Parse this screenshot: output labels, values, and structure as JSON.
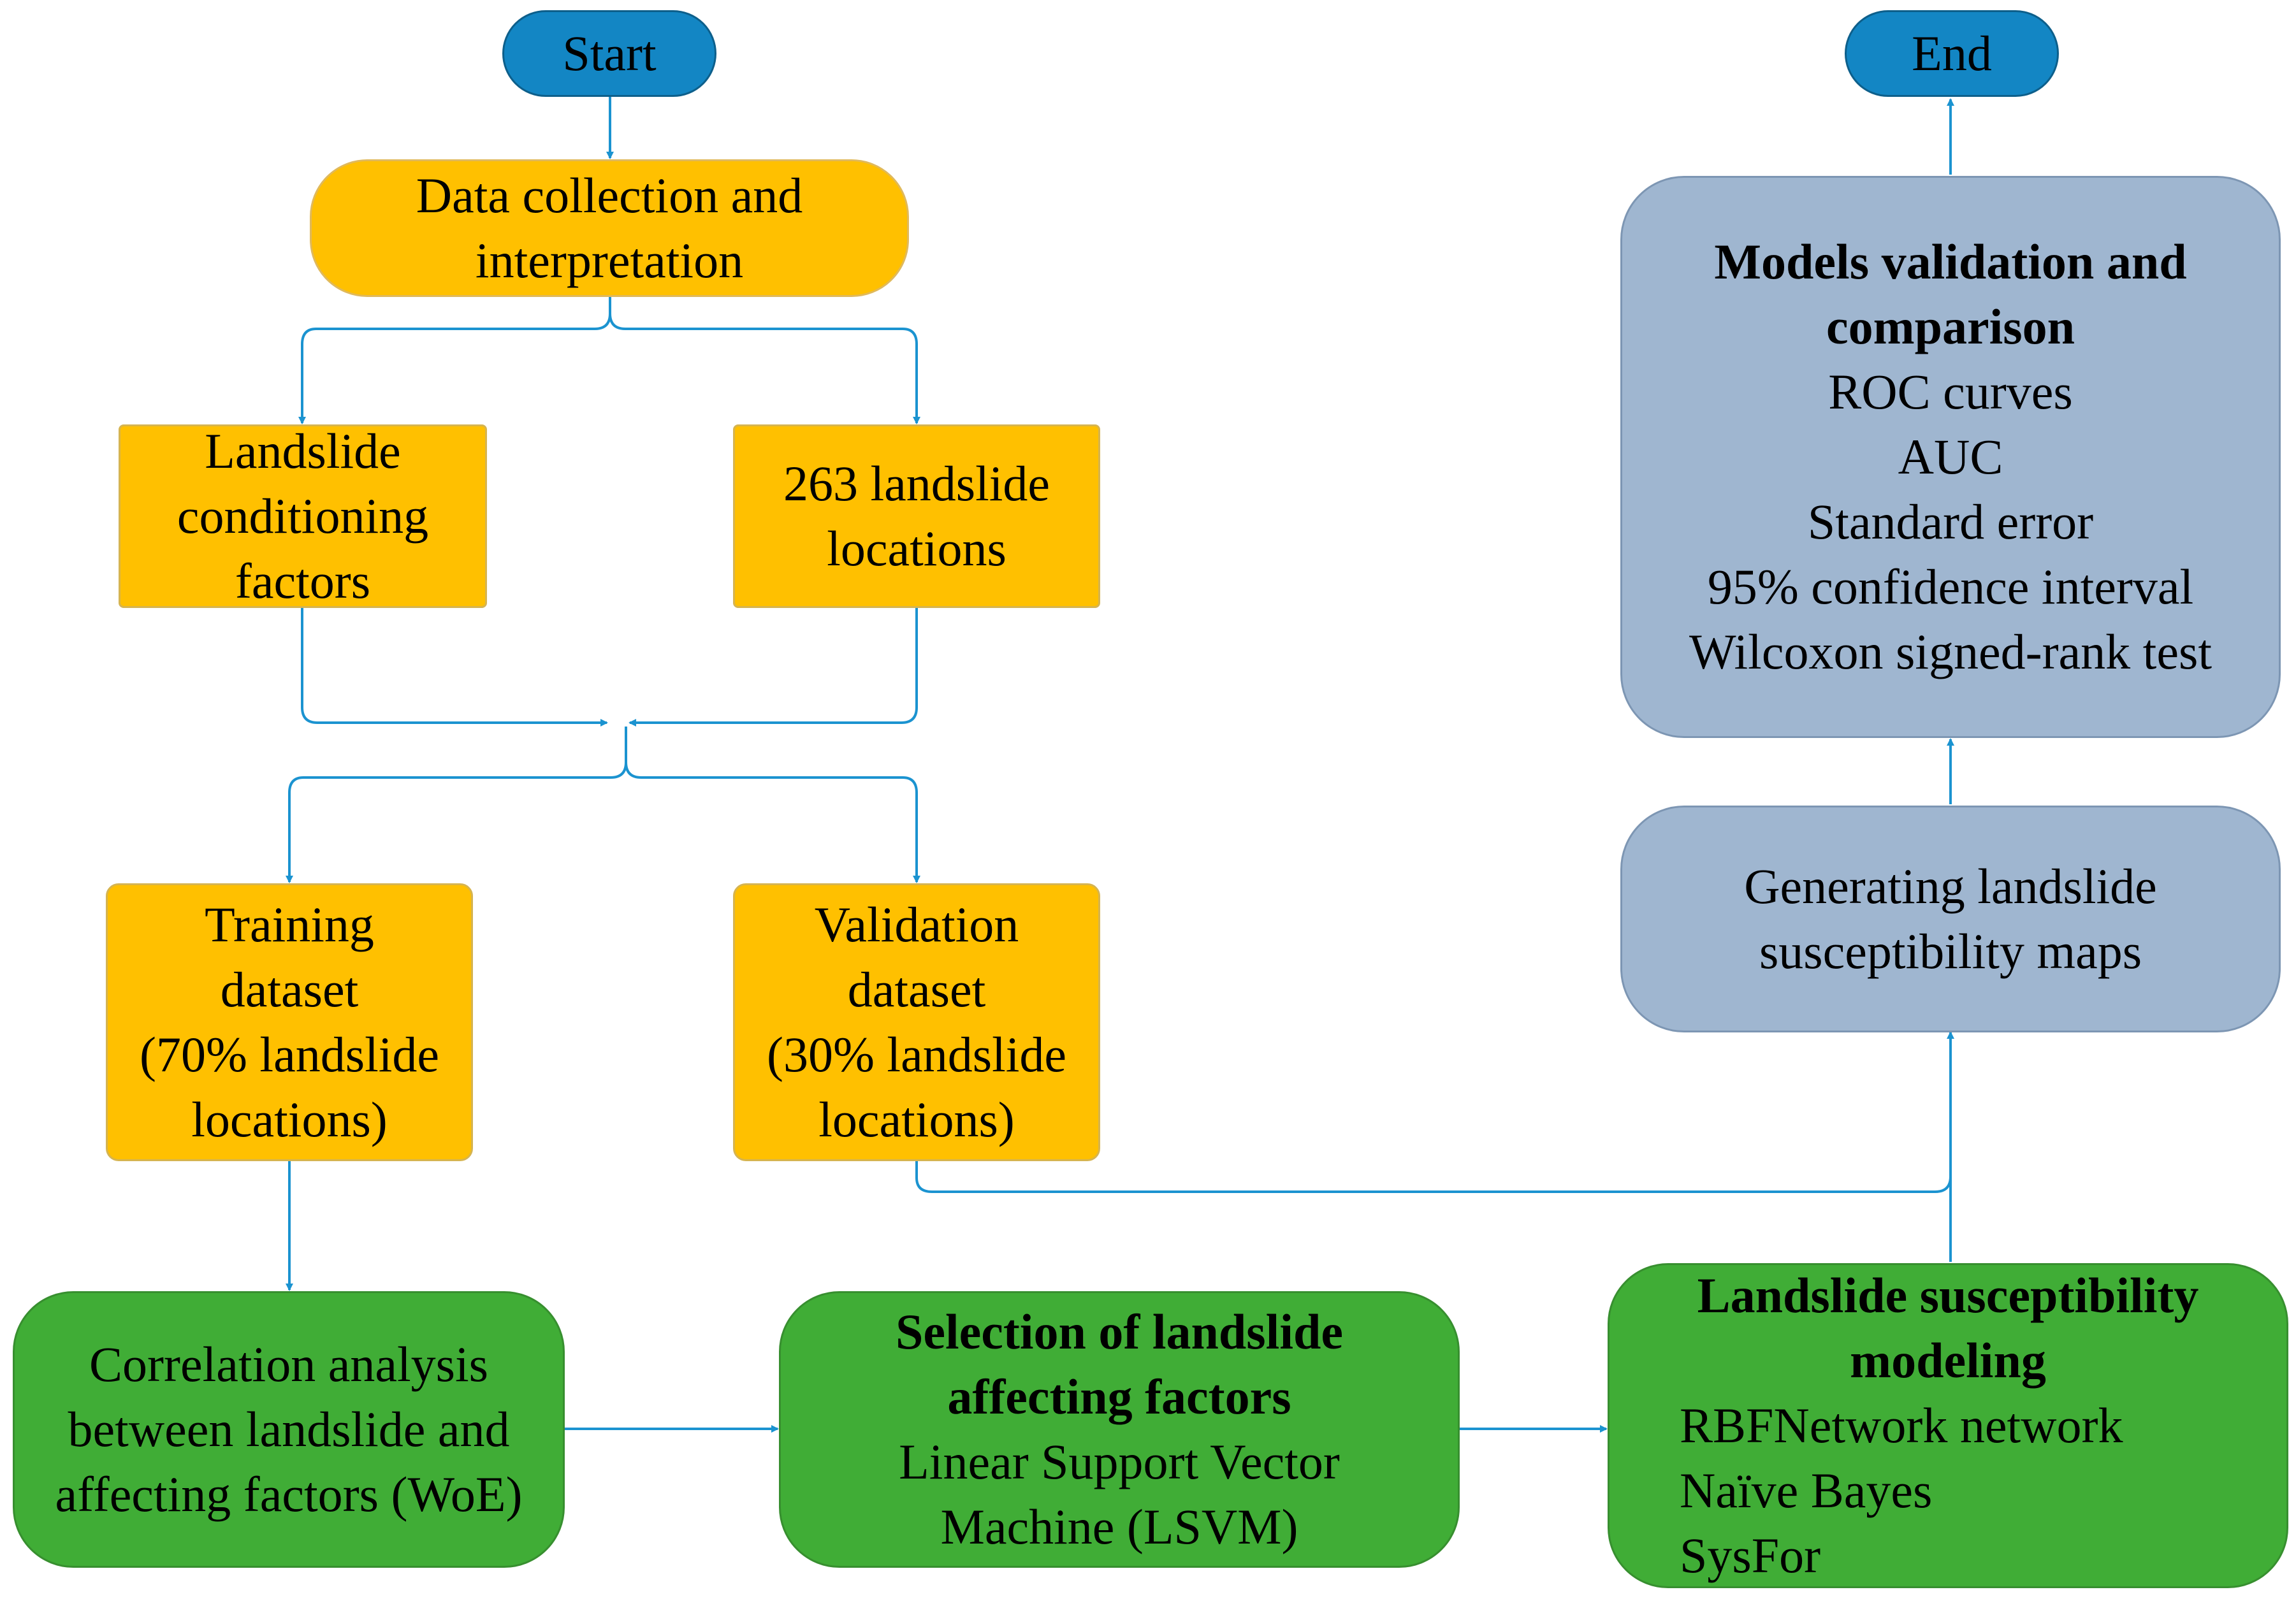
{
  "nodes": {
    "start": {
      "label": "Start"
    },
    "end": {
      "label": "End"
    },
    "data_collection": {
      "lines": [
        "Data collection and",
        "interpretation"
      ]
    },
    "conditioning_factors": {
      "lines": [
        "Landslide",
        "conditioning",
        "factors"
      ]
    },
    "landslide_locations": {
      "lines": [
        "263 landslide",
        "locations"
      ]
    },
    "training_dataset": {
      "lines": [
        "Training",
        "dataset",
        "(70% landslide",
        "locations)"
      ]
    },
    "validation_dataset": {
      "lines": [
        "Validation",
        "dataset",
        "(30% landslide",
        "locations)"
      ]
    },
    "correlation_analysis": {
      "lines": [
        "Correlation analysis",
        "between landslide and",
        "affecting factors (WoE)"
      ]
    },
    "selection_factors": {
      "title_lines": [
        "Selection of landslide",
        "affecting factors"
      ],
      "lines": [
        "Linear Support Vector",
        "Machine (LSVM)"
      ]
    },
    "susceptibility_modeling": {
      "title_lines": [
        "Landslide susceptibility",
        "modeling"
      ],
      "items": [
        "RBFNetwork network",
        "Naïve Bayes",
        "SysFor"
      ]
    },
    "generating_maps": {
      "lines": [
        "Generating landslide",
        "susceptibility maps"
      ]
    },
    "models_validation": {
      "title_lines": [
        "Models validation and",
        "comparison"
      ],
      "items": [
        "ROC curves",
        "AUC",
        "Standard error",
        "95% confidence interval",
        "Wilcoxon signed-rank test"
      ]
    }
  },
  "colors": {
    "terminal": "#1386c4",
    "process_orange": "#ffc000",
    "process_green": "#40ad36",
    "process_blue": "#9fb6d0",
    "connector": "#1b93d0"
  }
}
